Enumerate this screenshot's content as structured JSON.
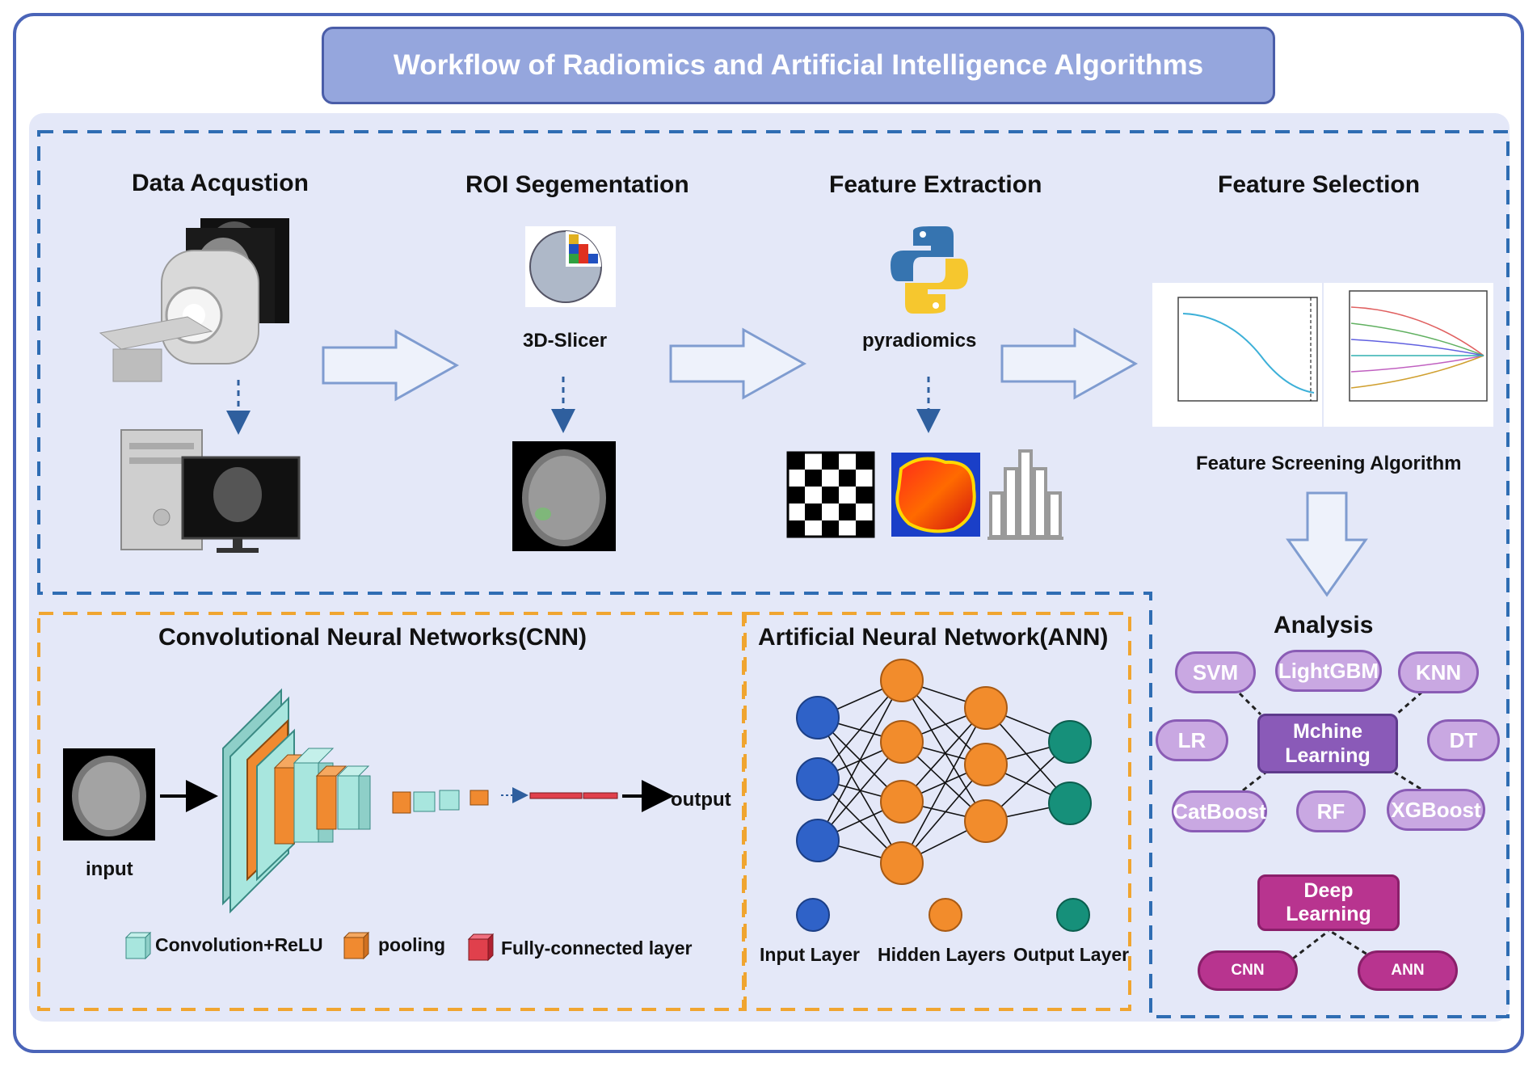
{
  "title": "Workflow of Radiomics and Artificial Intelligence Algorithms",
  "stages": {
    "data_acquisition": "Data Acqustion",
    "roi_segmentation": "ROI Segementation",
    "feature_extraction": "Feature Extraction",
    "feature_selection": "Feature Selection"
  },
  "tools": {
    "slicer": "3D-Slicer",
    "pyradiomics": "pyradiomics",
    "screening": "Feature Screening Algorithm"
  },
  "analysis": {
    "title": "Analysis",
    "machine_learning": "Mchine Learning",
    "ml_algorithms": [
      "SVM",
      "LightGBM",
      "KNN",
      "LR",
      "DT",
      "CatBoost",
      "RF",
      "XGBoost"
    ],
    "deep_learning": "Deep Learning",
    "dl_algorithms": [
      "CNN",
      "ANN"
    ]
  },
  "cnn": {
    "title": "Convolutional Neural Networks(CNN)",
    "input_label": "input",
    "output_label": "output",
    "legend": [
      "Convolution+ReLU",
      "pooling",
      "Fully-connected layer"
    ]
  },
  "ann": {
    "title": "Artificial Neural Network(ANN)",
    "legend": [
      "Input Layer",
      "Hidden Layers",
      "Output Layer"
    ]
  },
  "colors": {
    "frame": "#4a64b8",
    "title_fill": "#95a6dd",
    "panel_bg": "#e4e8f8",
    "blue_dash": "#2f6db3",
    "orange_dash": "#f0a530",
    "conv": "#a8e6de",
    "pool": "#f08a30",
    "fc": "#e0404c",
    "ann_input": "#2f62c8",
    "ann_hidden": "#f28c2c",
    "ann_output": "#16907a",
    "ml_pill": "#c9a8e2",
    "ml_box": "#8a5ab8",
    "dl": "#b8348f"
  }
}
